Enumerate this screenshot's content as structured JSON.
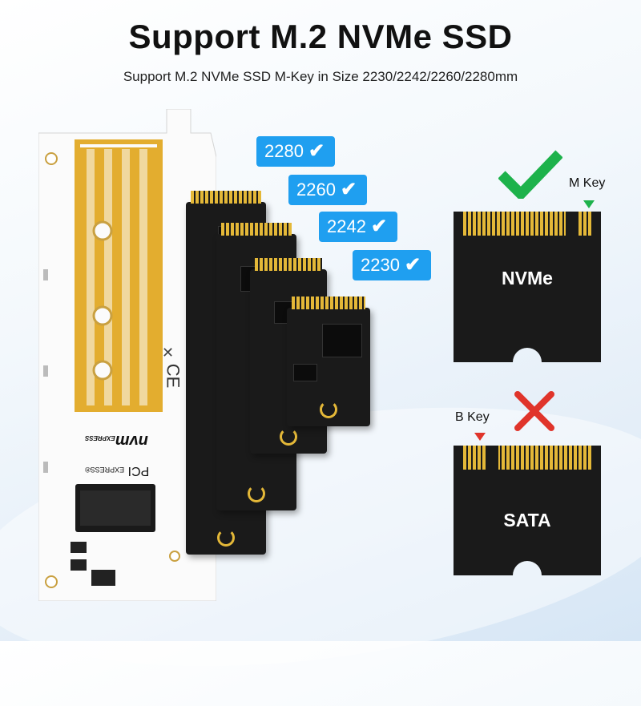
{
  "header": {
    "title": "Support M.2 NVMe SSD",
    "subtitle": "Support M.2 NVMe SSD M-Key in Size 2230/2242/2260/2280mm"
  },
  "sizes": [
    {
      "label": "2280",
      "supported": true
    },
    {
      "label": "2260",
      "supported": true
    },
    {
      "label": "2242",
      "supported": true
    },
    {
      "label": "2230",
      "supported": true
    }
  ],
  "nvme": {
    "label": "NVMe",
    "key_label": "M Key",
    "supported": true,
    "mark_icon": "check-icon",
    "mark_color": "#1db24b"
  },
  "sata": {
    "label": "SATA",
    "key_label": "B Key",
    "supported": false,
    "mark_icon": "cross-icon",
    "mark_color": "#e0342b"
  },
  "colors": {
    "badge": "#1f9ff0",
    "gold": "#e4b838",
    "key_triangle_m": "#1db24b",
    "key_triangle_b": "#e0342b"
  },
  "card_marks": {
    "logo_text": "nvm",
    "logo_sub": "EXPRESS",
    "pci_text": "PCI",
    "pci_sub": "EXPRESS®"
  }
}
